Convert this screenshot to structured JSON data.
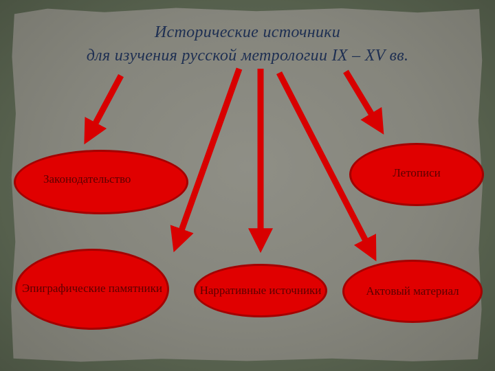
{
  "title": {
    "line1": "Исторические источники",
    "line2": "для изучения русской метрологии IX – XV вв."
  },
  "nodes": {
    "legislation": "Законодательство",
    "chronicles": "Летописи",
    "epigraphic": "Эпиграфические памятники",
    "narrative": "Нарративные источники",
    "acts": "Актовый материал"
  },
  "colors": {
    "node_fill": "#e00000",
    "arrow": "#d80000",
    "title": "#1e2f52",
    "background": "#85857c"
  }
}
